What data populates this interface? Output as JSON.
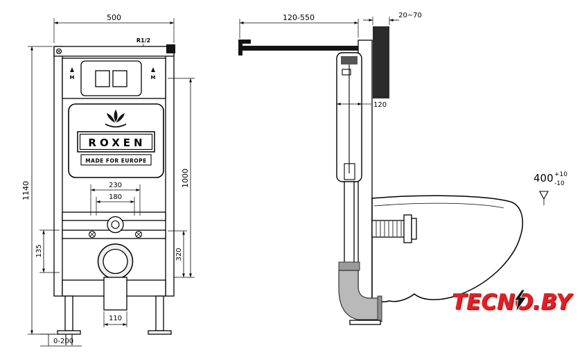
{
  "front_view": {
    "dims": {
      "width": "500",
      "height": "1140",
      "plate_height": "1000",
      "bolt_spacing": "230",
      "inner_spacing": "180",
      "lower_left": "135",
      "lower_right": "320",
      "outlet_width": "110",
      "feet_range": "0-200"
    },
    "labels": {
      "thread": "R1/2",
      "clip_left": "M",
      "clip_right": "M"
    },
    "logo": {
      "brand": "ROXEN",
      "subtitle": "MADE FOR EUROPE"
    }
  },
  "side_view": {
    "dims": {
      "depth_range": "120-550",
      "wall_gap": "20~70",
      "cistern_depth": "120",
      "bowl_height": "400",
      "tol_plus": "+10",
      "tol_minus": "-10"
    }
  },
  "watermark": {
    "text": "TECNO.BY",
    "color": "#e31e24",
    "icon": "lightning-bolt-icon"
  }
}
